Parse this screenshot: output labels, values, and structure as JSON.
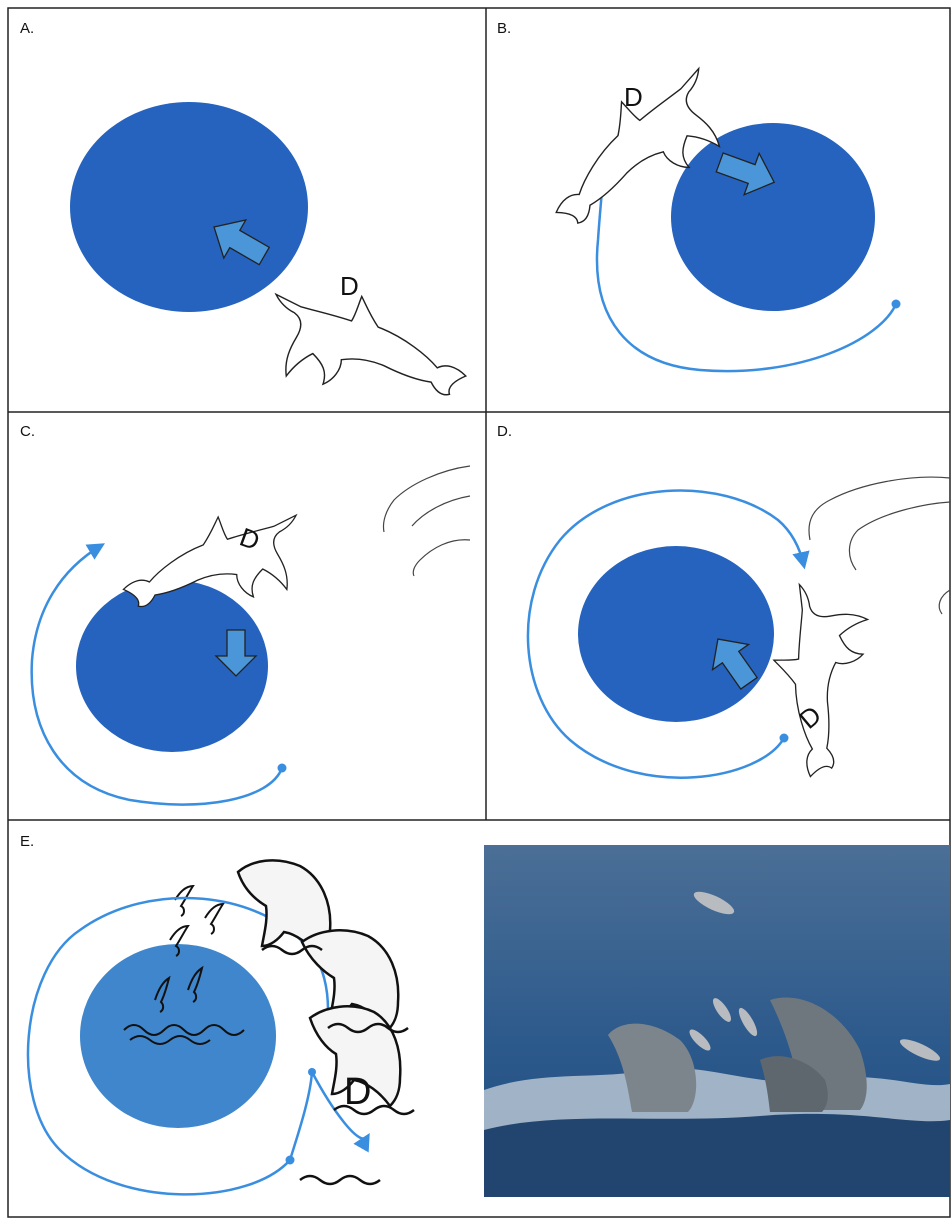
{
  "panels": [
    {
      "label": "A.",
      "dolphin_labels": [
        "D"
      ]
    },
    {
      "label": "B.",
      "dolphin_labels": [
        "D"
      ]
    },
    {
      "label": "C.",
      "dolphin_labels": [
        "D"
      ]
    },
    {
      "label": "D.",
      "dolphin_labels": [
        "D"
      ]
    },
    {
      "label": "E.",
      "dolphin_labels": [
        "D"
      ]
    }
  ],
  "colors": {
    "fish_school": "#2563be",
    "fish_school_light": "#3f86cc",
    "path_arrow": "#3a8ee0",
    "direction_arrow": "#4a96d8",
    "border": "#222222"
  },
  "icons": [
    "fish-school-circle",
    "direction-arrow",
    "swim-path-arrow",
    "dolphin-outline",
    "leaping-fish",
    "water-waves",
    "photo-of-dolphins-and-fish"
  ]
}
